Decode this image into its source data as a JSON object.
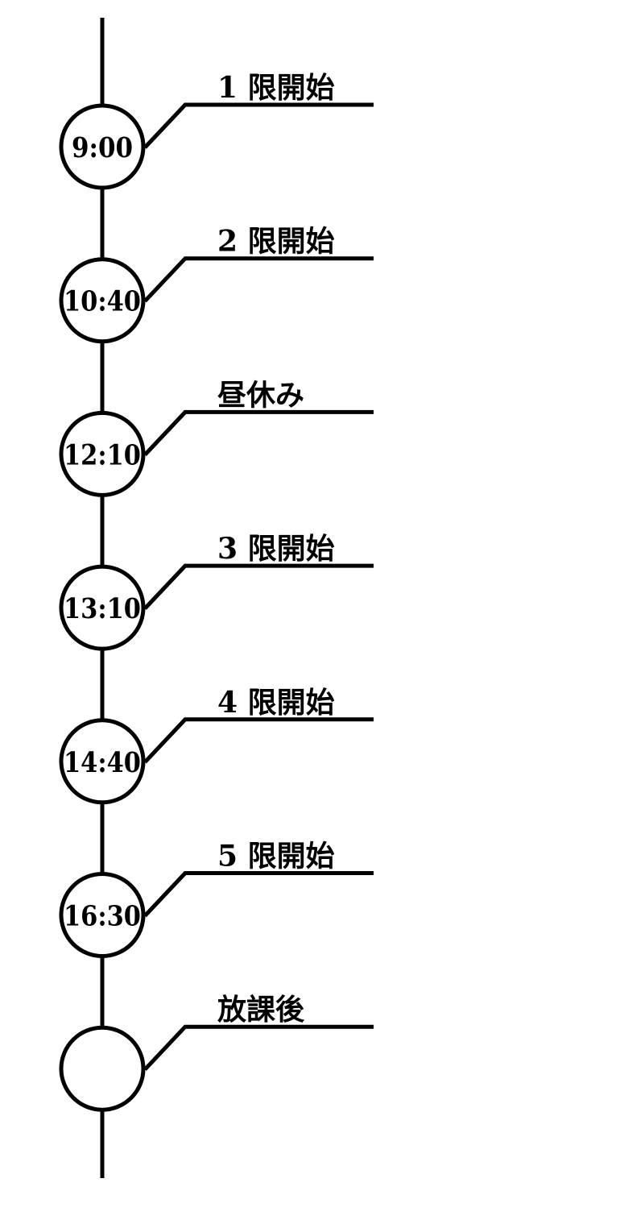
{
  "timeline": {
    "line_color": "#000000",
    "events": [
      {
        "time": "9:00",
        "label": "1 限開始"
      },
      {
        "time": "10:40",
        "label": "2 限開始"
      },
      {
        "time": "12:10",
        "label": "昼休み"
      },
      {
        "time": "13:10",
        "label": "3 限開始"
      },
      {
        "time": "14:40",
        "label": "4 限開始"
      },
      {
        "time": "16:30",
        "label": "5 限開始"
      },
      {
        "time": "",
        "label": "放課後"
      }
    ]
  }
}
